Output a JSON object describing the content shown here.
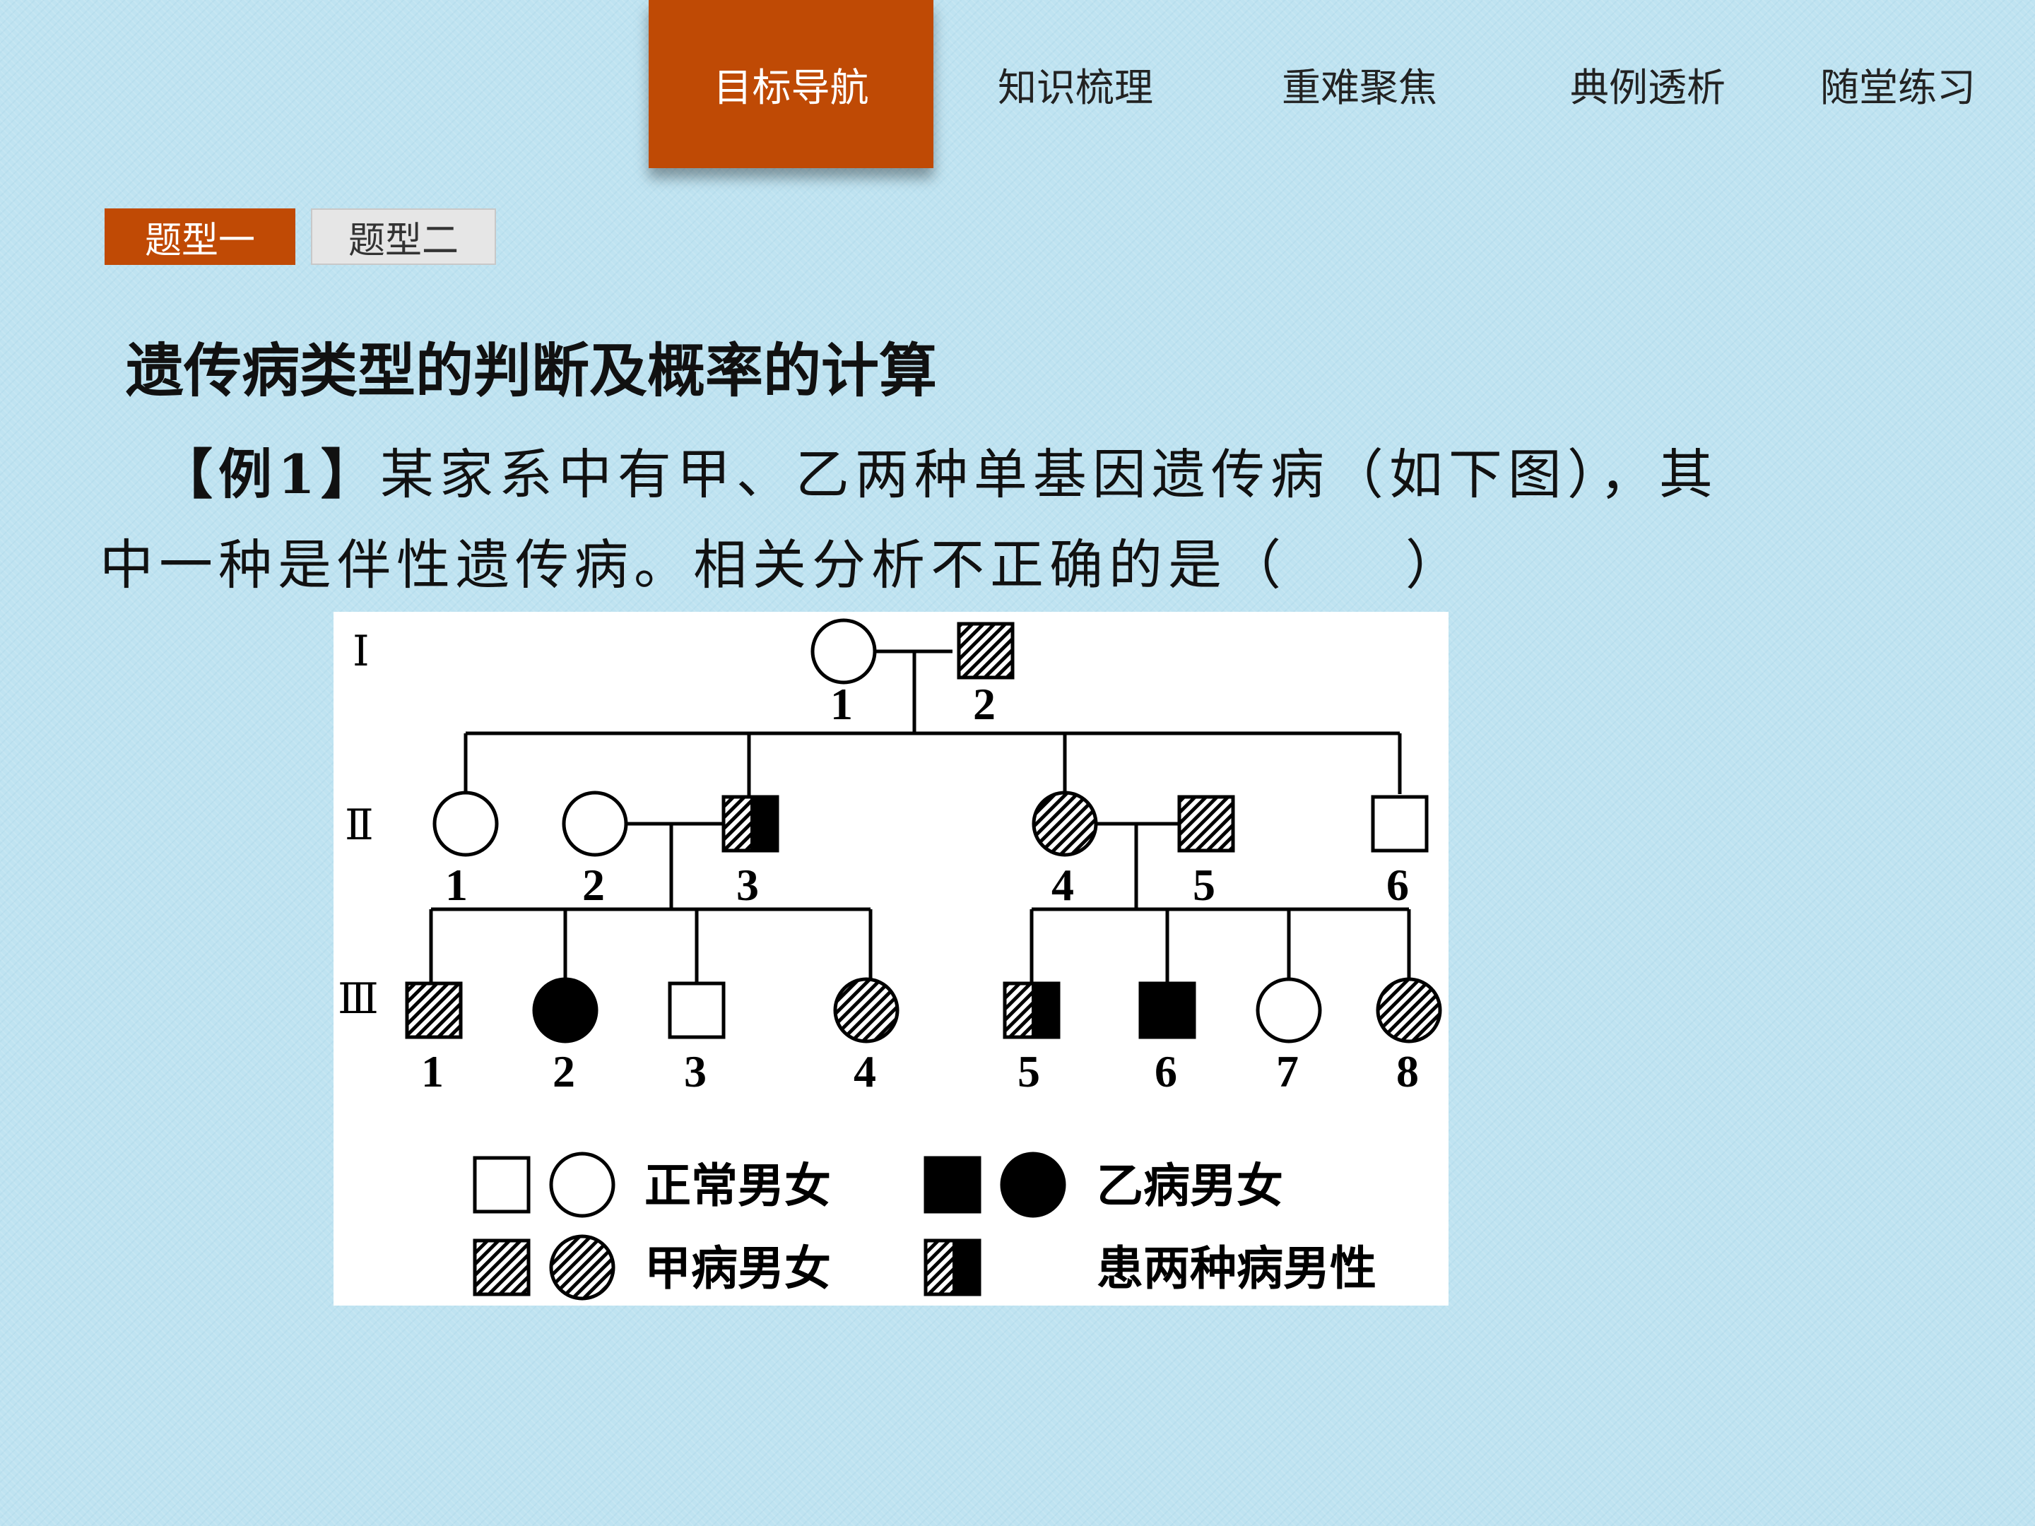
{
  "nav": {
    "items": [
      {
        "label": "目标导航",
        "active": true
      },
      {
        "label": "知识梳理",
        "active": false
      },
      {
        "label": "重难聚焦",
        "active": false
      },
      {
        "label": "典例透析",
        "active": false
      },
      {
        "label": "随堂练习",
        "active": false
      }
    ],
    "accent_color": "#bf4a05"
  },
  "tabs": [
    {
      "label": "题型一",
      "active": true
    },
    {
      "label": "题型二",
      "active": false
    }
  ],
  "heading": "遗传病类型的判断及概率的计算",
  "question": {
    "example_label": "【例1】",
    "text_line1": "某家系中有甲、乙两种单基因遗传病（如下图），其",
    "text_line2": "中一种是伴性遗传病。相关分析不正确的是（　　）"
  },
  "pedigree": {
    "generations": {
      "g1": "Ⅰ",
      "g2": "Ⅱ",
      "g3": "Ⅲ"
    },
    "gen1": [
      {
        "num": "1",
        "sex": "female",
        "status": "normal"
      },
      {
        "num": "2",
        "sex": "male",
        "status": "disease-jia"
      }
    ],
    "gen2": [
      {
        "num": "1",
        "sex": "female",
        "status": "normal"
      },
      {
        "num": "2",
        "sex": "female",
        "status": "normal"
      },
      {
        "num": "3",
        "sex": "male",
        "status": "both"
      },
      {
        "num": "4",
        "sex": "female",
        "status": "disease-jia"
      },
      {
        "num": "5",
        "sex": "male",
        "status": "disease-jia"
      },
      {
        "num": "6",
        "sex": "male",
        "status": "normal"
      }
    ],
    "gen3": [
      {
        "num": "1",
        "sex": "male",
        "status": "disease-jia"
      },
      {
        "num": "2",
        "sex": "female",
        "status": "disease-yi"
      },
      {
        "num": "3",
        "sex": "male",
        "status": "normal"
      },
      {
        "num": "4",
        "sex": "female",
        "status": "disease-jia"
      },
      {
        "num": "5",
        "sex": "male",
        "status": "both"
      },
      {
        "num": "6",
        "sex": "male",
        "status": "disease-yi"
      },
      {
        "num": "7",
        "sex": "female",
        "status": "normal"
      },
      {
        "num": "8",
        "sex": "female",
        "status": "disease-jia"
      }
    ],
    "legend": {
      "normal": "正常男女",
      "yi": "乙病男女",
      "jia": "甲病男女",
      "both": "患两种病男性"
    }
  }
}
